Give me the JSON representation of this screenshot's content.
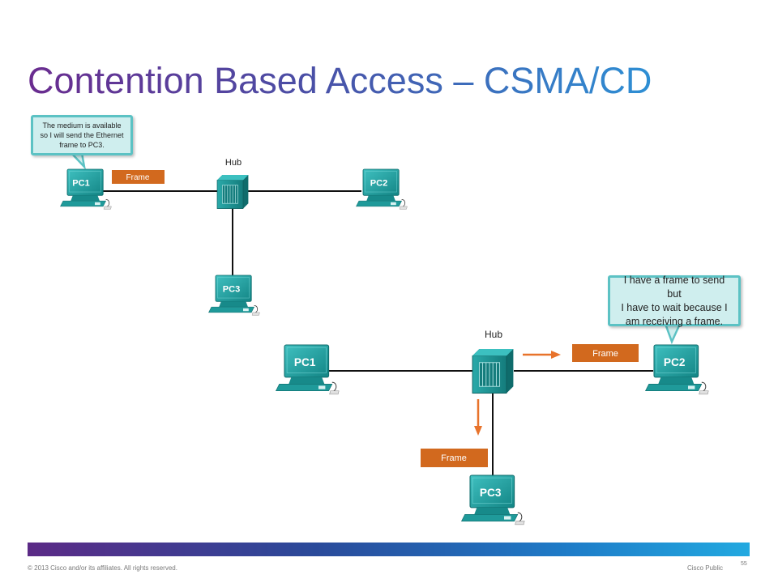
{
  "slide": {
    "title": "Contention Based Access – CSMA/CD",
    "copyright": "© 2013 Cisco and/or its affiliates. All rights reserved.",
    "classification": "Cisco Public",
    "page_number": "55"
  },
  "diagram_top": {
    "callout": "The medium is available\nso I will send the Ethernet\nframe to PC3.",
    "hub_label": "Hub",
    "frame_label": "Frame",
    "pc1": "PC1",
    "pc2": "PC2",
    "pc3": "PC3"
  },
  "diagram_bottom": {
    "callout": "I have a frame to send but\nI have to wait because I\nam receiving a frame.",
    "hub_label": "Hub",
    "frame_right_label": "Frame",
    "frame_down_label": "Frame",
    "pc1": "PC1",
    "pc2": "PC2",
    "pc3": "PC3"
  },
  "colors": {
    "pc": "#1f9a9a",
    "frame": "#d2691e",
    "arrow": "#e8732b"
  }
}
